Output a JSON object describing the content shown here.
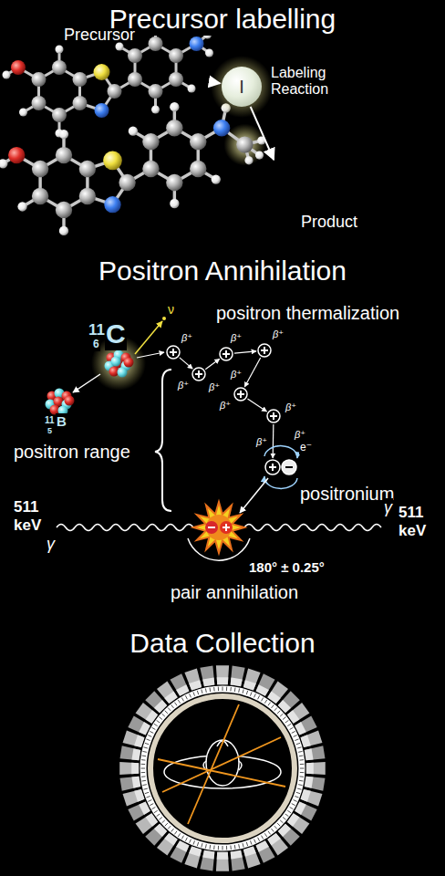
{
  "diagram": {
    "nodes": [
      {
        "text": [
          "Precursor"
        ]
      },
      {
        "text": [
          "I",
          "Labeling Reaction"
        ]
      },
      {
        "text": [
          "Product"
        ]
      }
    ],
    "edges": [
      {
        "from": 0,
        "to": 1,
        "arrow": "to"
      },
      {
        "from": 1,
        "to": 2,
        "arrow": "to"
      }
    ],
    "labels": [
      "Precursor labelling",
      "Positron Annihilation",
      "Data Collection",
      "11",
      "6",
      "C",
      "ν",
      "positron thermalization",
      "β⁺",
      "β⁺",
      "β⁺",
      "β⁺",
      "β⁺",
      "β⁺",
      "β⁺",
      "β⁺",
      "β⁺",
      "β⁺",
      "11",
      "B",
      "5",
      "positron range",
      "511 keV",
      "γ",
      "positronium",
      "e⁻",
      "γ",
      "511 keV",
      "180° ± 0.25°",
      "pair annihilation"
    ]
  }
}
